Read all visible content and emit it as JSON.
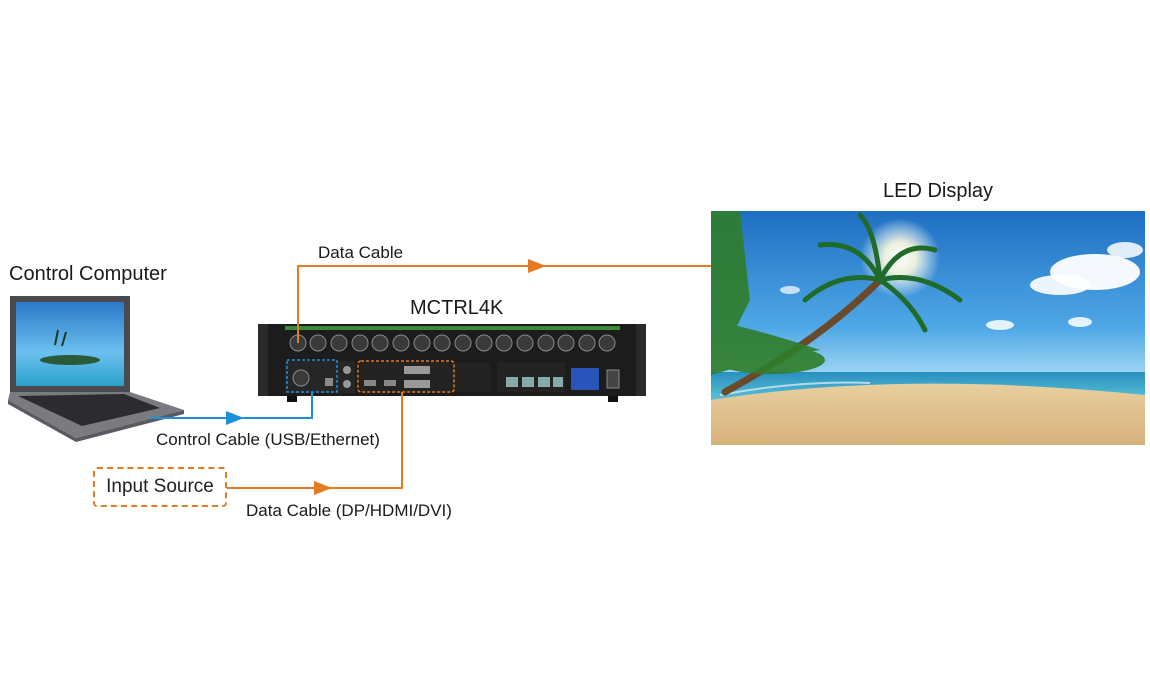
{
  "labels": {
    "led_display": "LED Display",
    "control_computer": "Control Computer",
    "device": "MCTRL4K",
    "data_cable_top": "Data Cable",
    "control_cable": "Control Cable (USB/Ethernet)",
    "input_source": "Input Source",
    "data_cable_bottom": "Data Cable (DP/HDMI/DVI)"
  },
  "colors": {
    "data_cable": "#e47a22",
    "control_cable": "#1e90d8",
    "device_body": "#1c1c1c"
  },
  "icons": [
    "laptop-icon",
    "led-display-image",
    "controller-device"
  ]
}
